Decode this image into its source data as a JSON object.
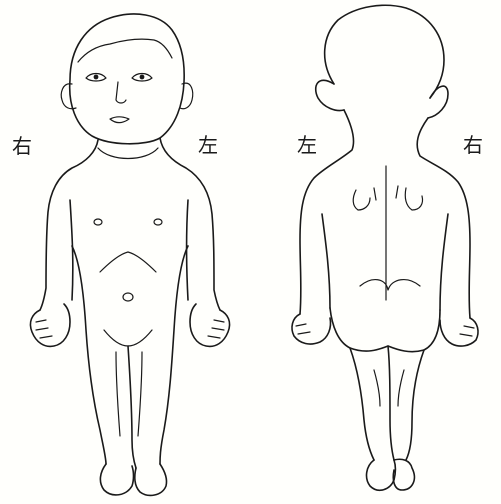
{
  "labels": {
    "front_right": "右",
    "front_left": "左",
    "back_left": "左",
    "back_right": "右"
  },
  "colors": {
    "ink": "#1a1a1a",
    "paper": "#fffffc"
  }
}
